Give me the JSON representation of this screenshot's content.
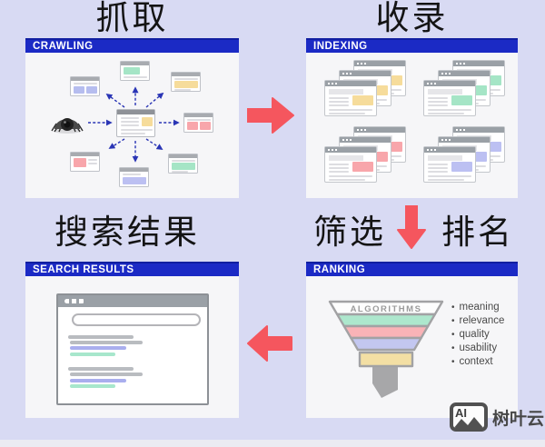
{
  "titles": {
    "crawling_cn": "抓取",
    "indexing_cn": "收录",
    "search_results_cn": "搜索结果",
    "filter_cn": "筛选",
    "ranking_cn": "排名"
  },
  "panels": {
    "crawling": {
      "label": "CRAWLING"
    },
    "indexing": {
      "label": "INDEXING"
    },
    "search_results": {
      "label": "SEARCH RESULTS"
    },
    "ranking": {
      "label": "RANKING",
      "funnel_label": "ALGORITHMS",
      "factors": [
        "meaning",
        "relevance",
        "quality",
        "usability",
        "context"
      ]
    }
  },
  "watermark": {
    "icon_text": "AI",
    "brand": "树叶云"
  },
  "colors": {
    "background": "#d8daf3",
    "header_blue": "#1b2ac5",
    "arrow_red": "#f5565e",
    "dashed_arrow_blue": "#2a35b5",
    "highlight_yellow": "#f6dc9b",
    "highlight_green": "#a5e5c6",
    "highlight_red": "#f8a6ab",
    "highlight_purple": "#bcc0f2",
    "funnel_green": "#ade7cd",
    "funnel_pink": "#f9b3b7",
    "funnel_purple": "#c3c7f0",
    "funnel_yellow": "#f3dfa4"
  }
}
